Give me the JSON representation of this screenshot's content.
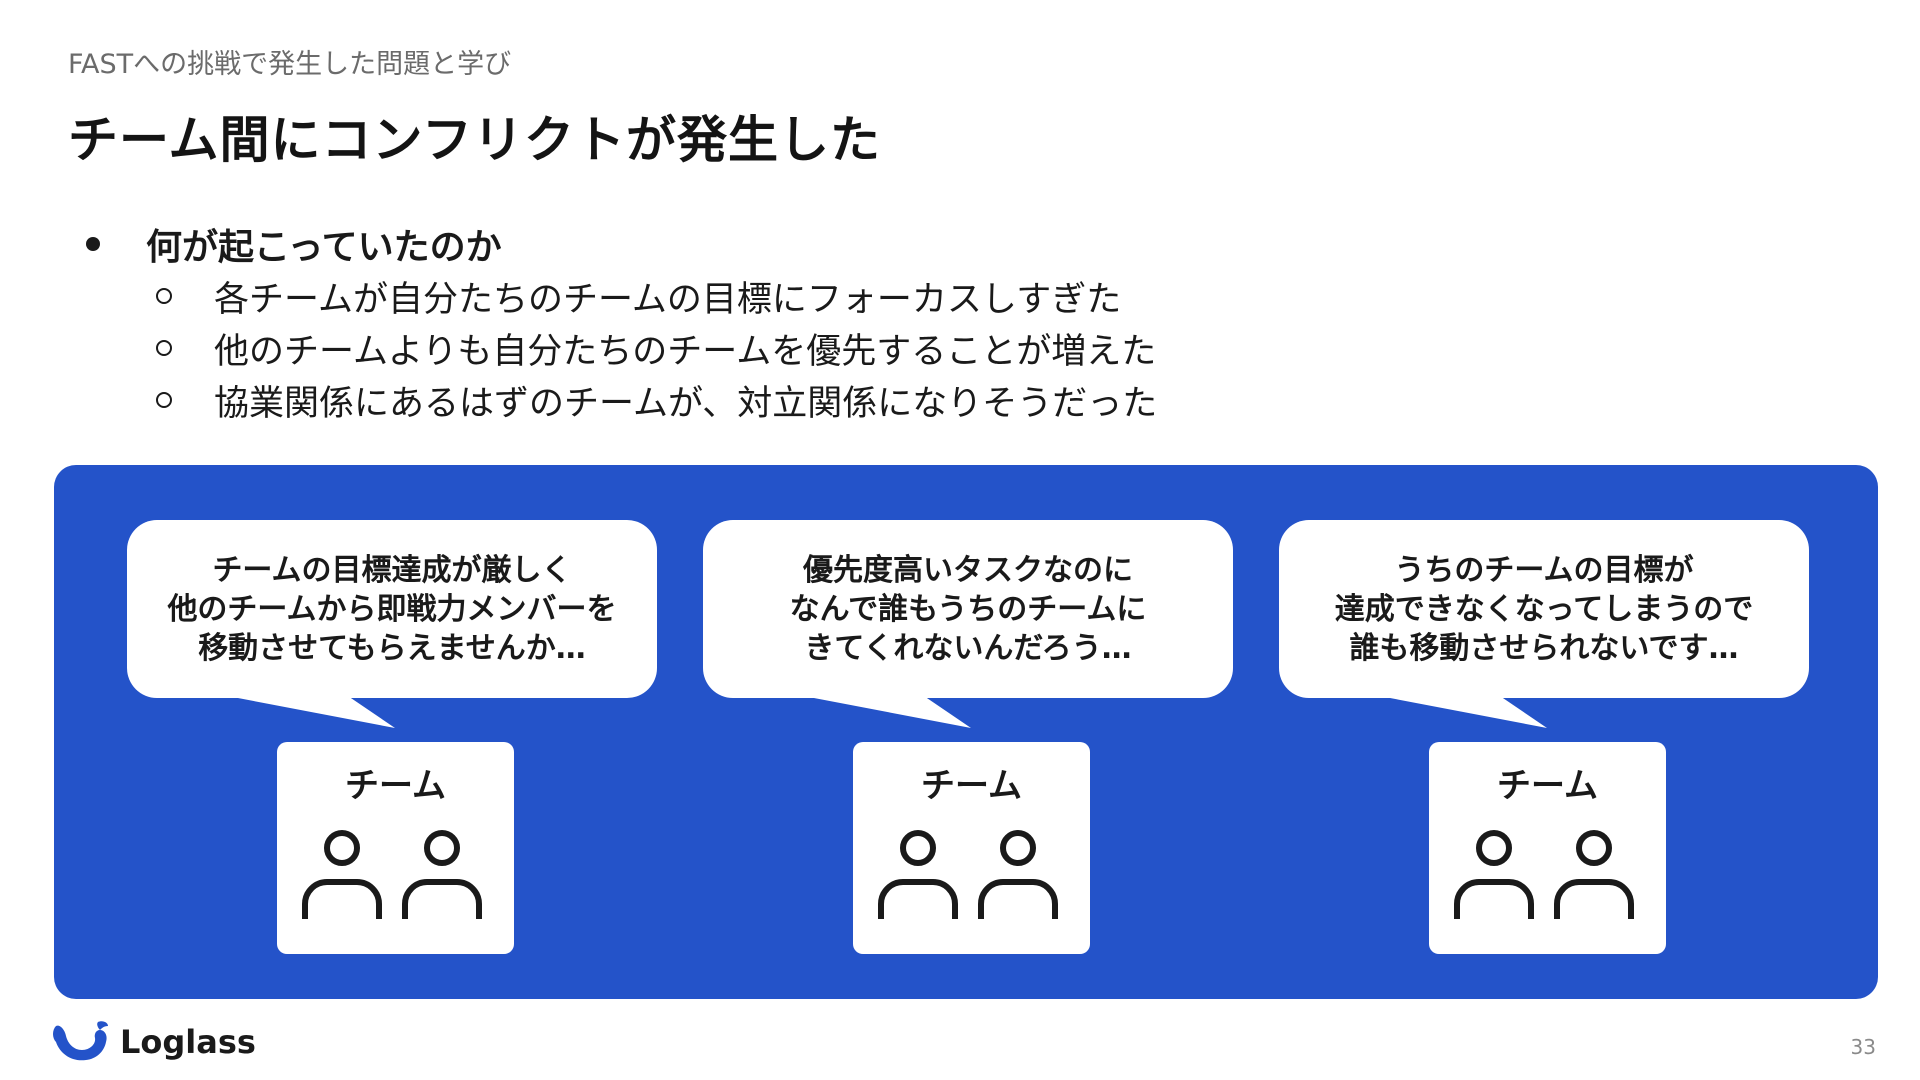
{
  "header": {
    "breadcrumb": "FASTへの挑戦で発生した問題と学び",
    "title": "チーム間にコンフリクトが発生した"
  },
  "content": {
    "main_bullet": "何が起こっていたのか",
    "sub_bullets": [
      "各チームが自分たちのチームの目標にフォーカスしすぎた",
      "他のチームよりも自分たちのチームを優先することが増えた",
      "協業関係にあるはずのチームが、対立関係になりそうだった"
    ]
  },
  "panel": {
    "color": "#2453c9",
    "groups": [
      {
        "quote_lines": [
          "チームの目標達成が厳しく",
          "他のチームから即戦力メンバーを",
          "移動させてもらえませんか…"
        ],
        "team_label": "チーム"
      },
      {
        "quote_lines": [
          "優先度高いタスクなのに",
          "なんで誰もうちのチームに",
          "きてくれないんだろう…"
        ],
        "team_label": "チーム"
      },
      {
        "quote_lines": [
          "うちのチームの目標が",
          "達成できなくなってしまうので",
          "誰も移動させられないです…"
        ],
        "team_label": "チーム"
      }
    ]
  },
  "footer": {
    "logo_text": "Loglass",
    "logo_icon": "whale-icon",
    "page_number": "33"
  }
}
